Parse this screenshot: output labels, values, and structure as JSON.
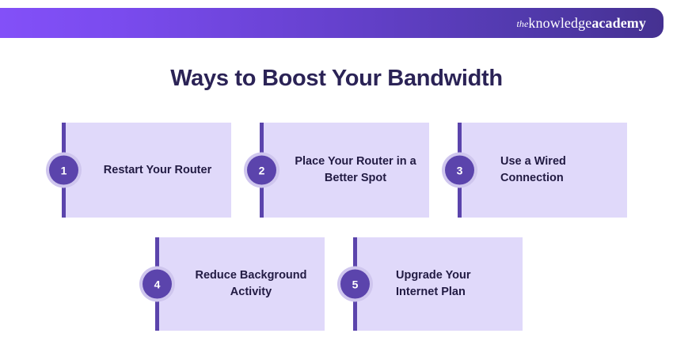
{
  "header": {
    "logo": {
      "prefix": "the",
      "word_one": "knowledge",
      "word_two": "academy"
    },
    "gradient_start": "#8350F8",
    "gradient_end": "#453191"
  },
  "title": "Ways to Boost Your Bandwidth",
  "theme": {
    "card_background": "#E0D9FA",
    "accent": "#5B44AC",
    "ring": "#CFC6EE",
    "text": "#221B43",
    "title_color": "#2B2356"
  },
  "rows": [
    {
      "cards": [
        {
          "number": "1",
          "label": "Restart Your Router",
          "align": "center"
        },
        {
          "number": "2",
          "label": "Place Your Router in a Better Spot",
          "align": "center"
        },
        {
          "number": "3",
          "label": "Use a Wired Connection",
          "align": "left"
        }
      ]
    },
    {
      "cards": [
        {
          "number": "4",
          "label": "Reduce Background Activity",
          "align": "center"
        },
        {
          "number": "5",
          "label": "Upgrade Your Internet Plan",
          "align": "left"
        }
      ]
    }
  ]
}
